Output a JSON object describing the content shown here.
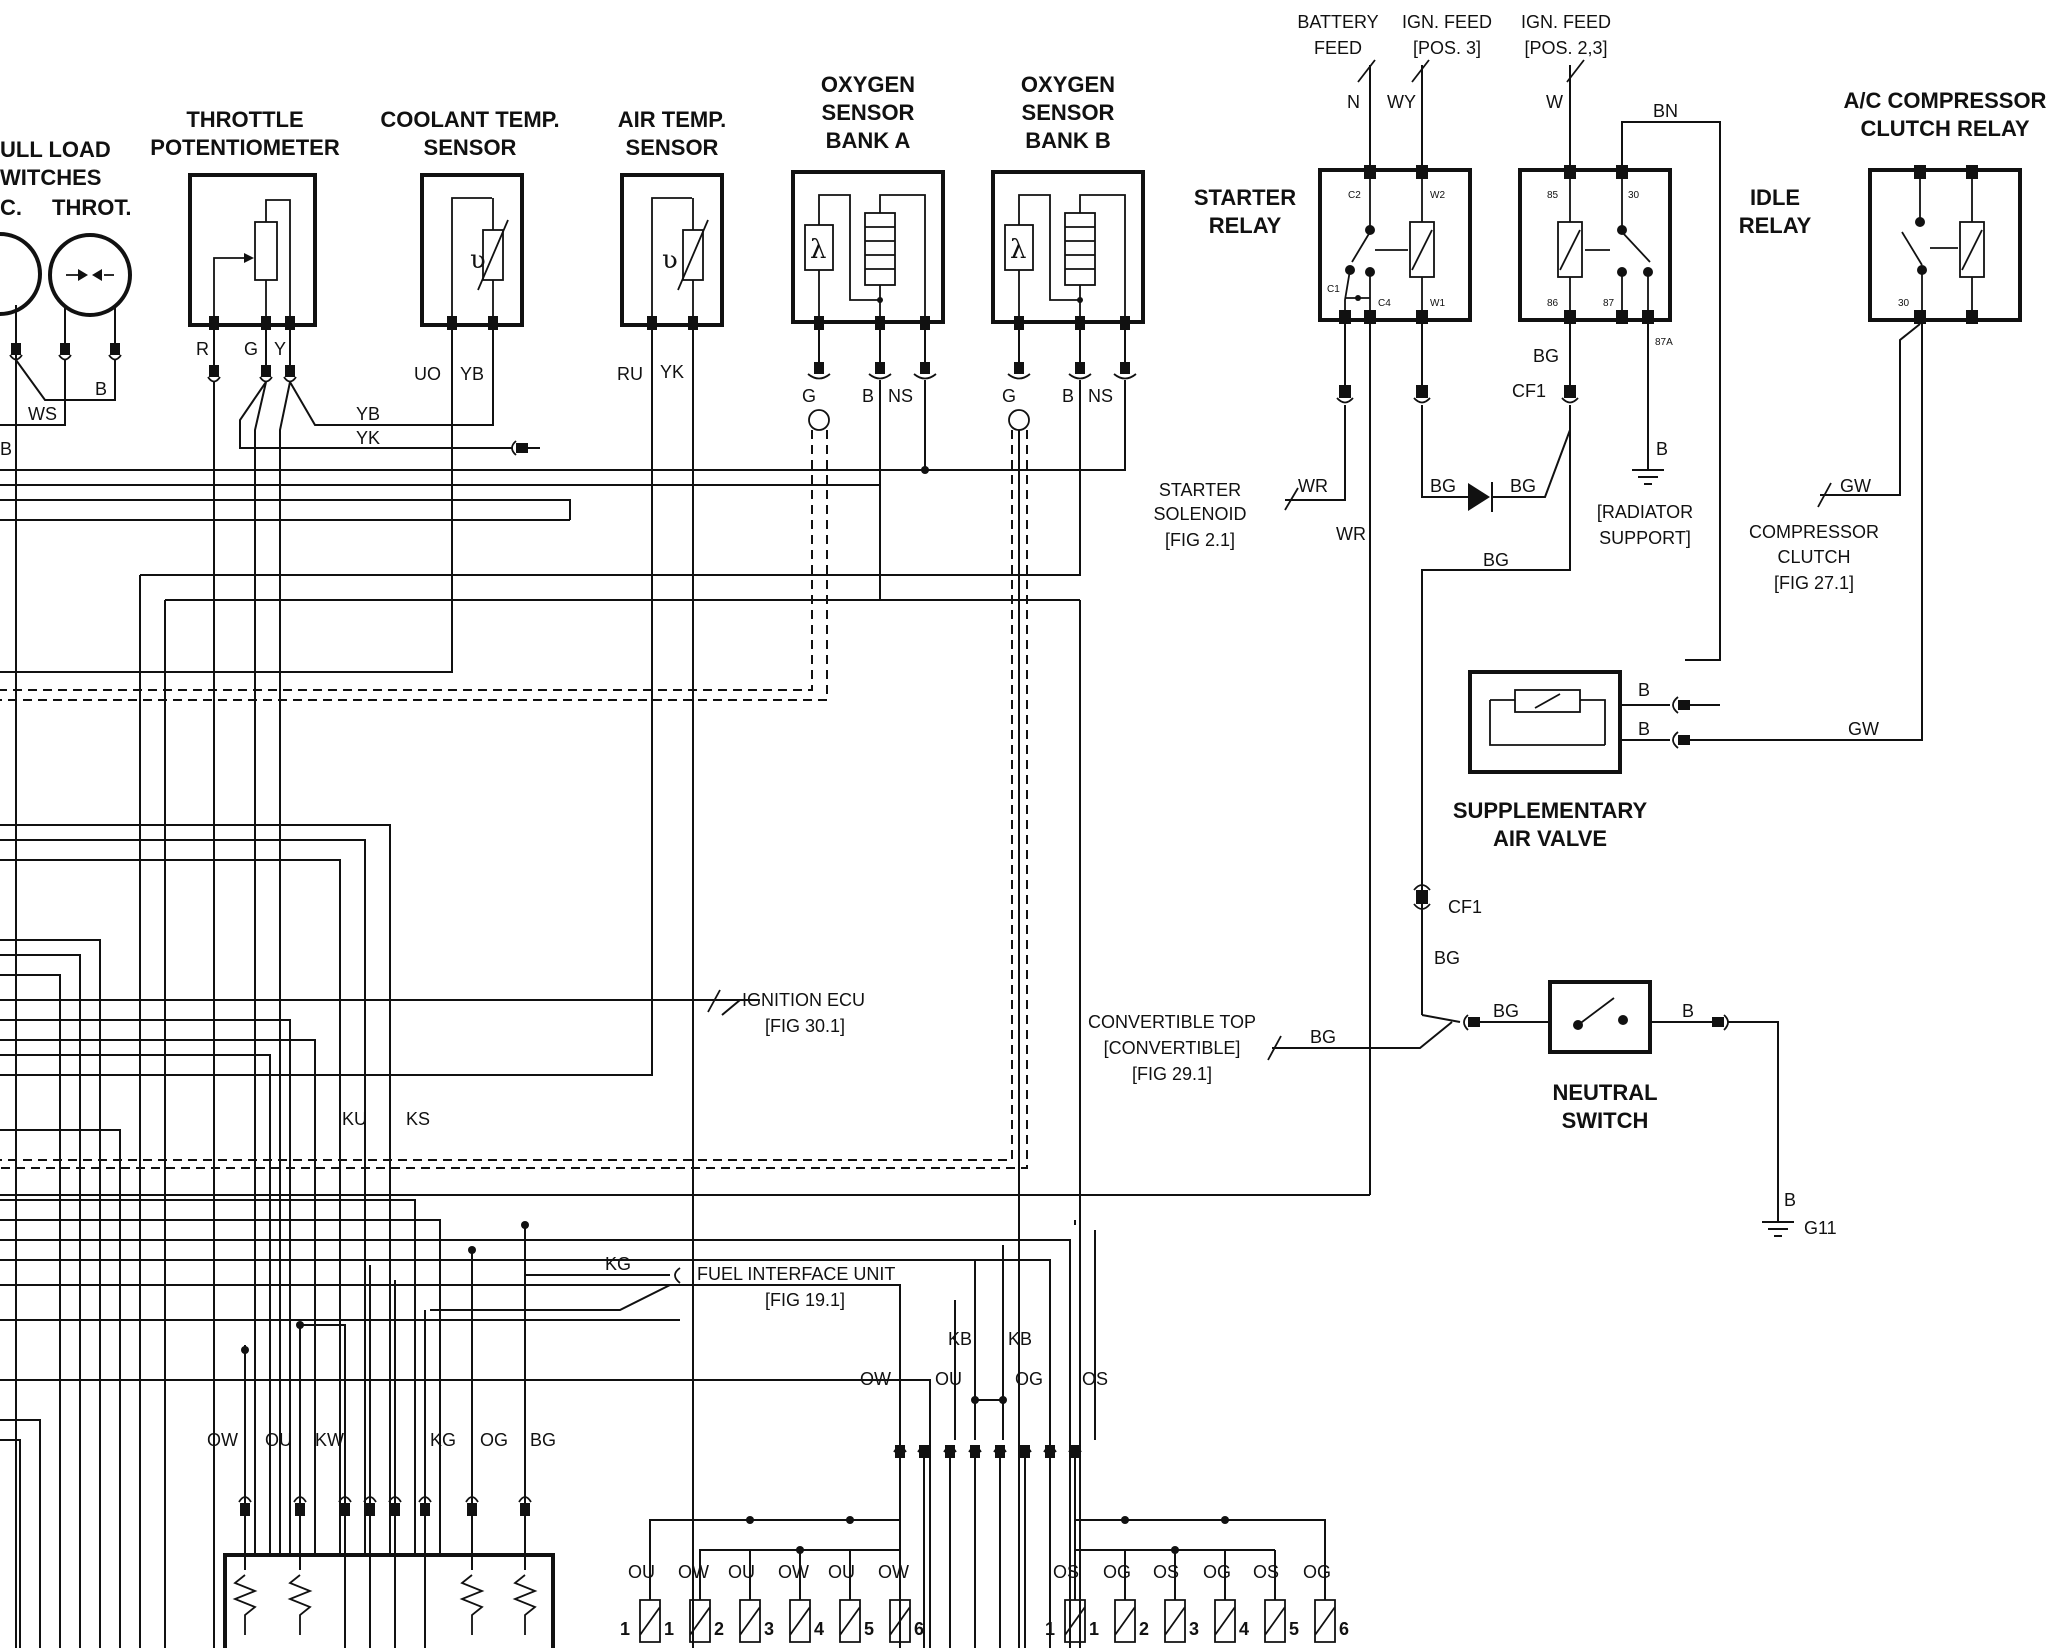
{
  "components": {
    "full_load_switches": {
      "title1": "ULL LOAD",
      "title2": "WITCHES",
      "left_label": "C.",
      "right_label": "THROT."
    },
    "throttle_potentiometer": {
      "title1": "THROTTLE",
      "title2": "POTENTIOMETER"
    },
    "coolant_temp_sensor": {
      "title1": "COOLANT TEMP.",
      "title2": "SENSOR"
    },
    "air_temp_sensor": {
      "title1": "AIR TEMP.",
      "title2": "SENSOR"
    },
    "oxygen_sensor_a": {
      "title1": "OXYGEN",
      "title2": "SENSOR",
      "title3": "BANK A"
    },
    "oxygen_sensor_b": {
      "title1": "OXYGEN",
      "title2": "SENSOR",
      "title3": "BANK B"
    },
    "starter_relay": {
      "title1": "STARTER",
      "title2": "RELAY",
      "pins": [
        "C2",
        "W2",
        "C1",
        "C4",
        "W1"
      ]
    },
    "idle_relay": {
      "title1": "IDLE",
      "title2": "RELAY",
      "pins": [
        "85",
        "30",
        "86",
        "87",
        "87A"
      ]
    },
    "ac_compressor_relay": {
      "title1": "A/C COMPRESSOR",
      "title2": "CLUTCH RELAY",
      "pin": "30"
    },
    "supplementary_air_valve": {
      "title1": "SUPPLEMENTARY",
      "title2": "AIR VALVE"
    },
    "neutral_switch": {
      "title1": "NEUTRAL",
      "title2": "SWITCH"
    }
  },
  "feeds": {
    "battery": {
      "line1": "BATTERY",
      "line2": "FEED"
    },
    "ign_pos3": {
      "line1": "IGN. FEED",
      "line2": "[POS. 3]"
    },
    "ign_pos23": {
      "line1": "IGN. FEED",
      "line2": "[POS. 2,3]"
    }
  },
  "references": {
    "starter_solenoid": {
      "line1": "STARTER",
      "line2": "SOLENOID",
      "line3": "[FIG 2.1]"
    },
    "radiator_support": {
      "line1": "[RADIATOR",
      "line2": "SUPPORT]"
    },
    "compressor_clutch": {
      "line1": "COMPRESSOR",
      "line2": "CLUTCH",
      "line3": "[FIG 27.1]"
    },
    "ignition_ecu": {
      "line1": "IGNITION ECU",
      "line2": "[FIG 30.1]"
    },
    "convertible_top": {
      "line1": "CONVERTIBLE TOP",
      "line2": "[CONVERTIBLE]",
      "line3": "[FIG 29.1]"
    },
    "fuel_interface_unit": {
      "line1": "FUEL INTERFACE UNIT",
      "line2": "[FIG 19.1]"
    },
    "ground_g11": "G11"
  },
  "wire_labels": {
    "WS": "WS",
    "B": "B",
    "R": "R",
    "G": "G",
    "Y": "Y",
    "YB": "YB",
    "YK": "YK",
    "UO": "UO",
    "RU": "RU",
    "NS": "NS",
    "N": "N",
    "WY": "WY",
    "W": "W",
    "BN": "BN",
    "WR": "WR",
    "BG": "BG",
    "CF1": "CF1",
    "GW": "GW",
    "KU": "KU",
    "KS": "KS",
    "KG": "KG",
    "KB": "KB",
    "OW": "OW",
    "OU": "OU",
    "OG": "OG",
    "OS": "OS",
    "KW": "KW"
  },
  "injectors": {
    "bank_a_labels": [
      "OU",
      "OW",
      "OU",
      "OW",
      "OU",
      "OW"
    ],
    "bank_b_labels": [
      "OS",
      "OG",
      "OS",
      "OG",
      "OS",
      "OG"
    ],
    "numbers": [
      "1",
      "2",
      "3",
      "4",
      "5",
      "6"
    ]
  }
}
